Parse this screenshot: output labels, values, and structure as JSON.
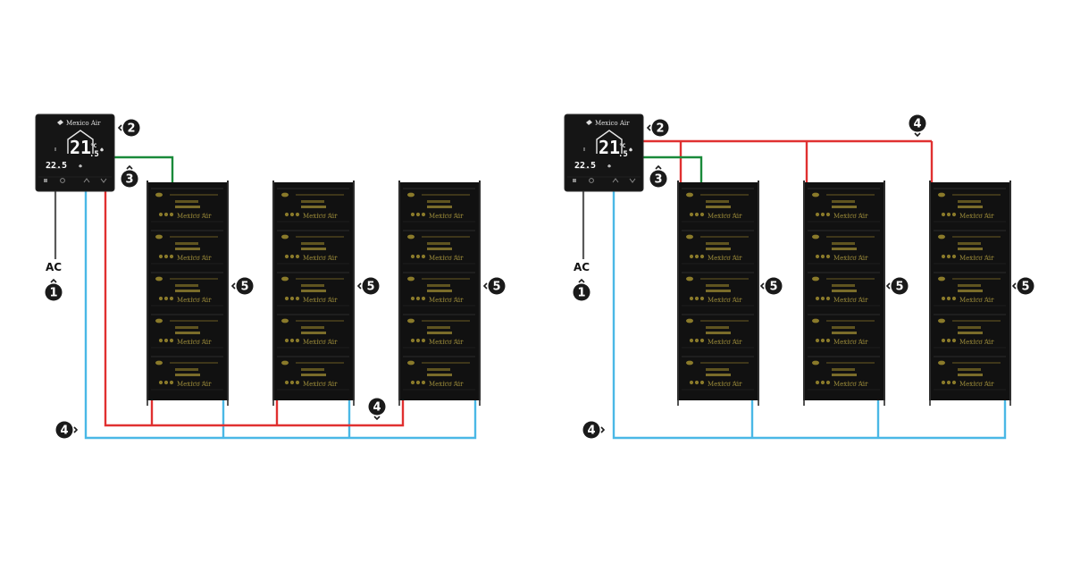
{
  "colors": {
    "hot_wire": "#e03030",
    "return_wire": "#4ab8e6",
    "sensor_wire": "#1a8a3a",
    "power_wire": "#5a5a5a",
    "panel_body": "#111111",
    "panel_gold": "#9a8a3a",
    "badge": "#1a1a1a"
  },
  "thermostat": {
    "brand": "Mexico Air",
    "temp_main": "21",
    "temp_decimal": ".5",
    "unit": "°C",
    "temp_set": "22.5",
    "brand_icon": "bird-logo-icon"
  },
  "panel": {
    "brand": "Mexico Air",
    "modules_per_panel": 5
  },
  "labels": {
    "power": "AC",
    "power_num": "1",
    "thermostat_num": "2",
    "sensor_num": "3",
    "wiring_num": "4",
    "panel_num": "5"
  },
  "diagrams": [
    {
      "name": "series-wiring",
      "panel_count": 3
    },
    {
      "name": "parallel-wiring",
      "panel_count": 3
    }
  ]
}
